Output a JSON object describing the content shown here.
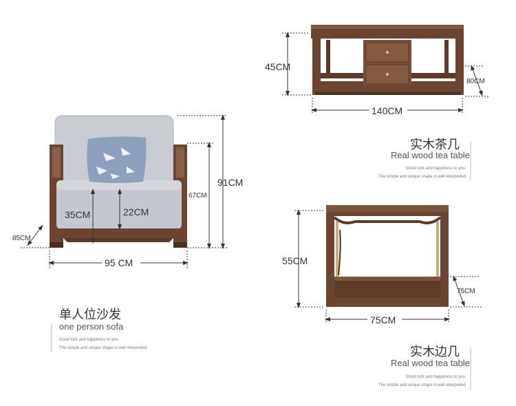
{
  "sofa": {
    "dims": {
      "height": "91CM",
      "arm_height": "67CM",
      "seat_height": "35CM",
      "cushion_height": "22CM",
      "depth": "85CM",
      "width": "95 CM"
    },
    "title_cn": "单人位沙发",
    "title_en": "one person sofa",
    "tag1": "Good luck and happiness to you",
    "tag2": "The simple and unique shape is well interpreted"
  },
  "tea_table": {
    "dims": {
      "height": "45CM",
      "depth": "80CM",
      "width": "140CM"
    },
    "title_cn": "实木茶几",
    "title_en": "Real wood tea table",
    "tag1": "Good luck and happiness to you",
    "tag2": "The simple and unique shape is well interpreted"
  },
  "side_table": {
    "dims": {
      "height": "55CM",
      "depth": "75CM",
      "width": "75CM"
    },
    "title_cn": "实木边几",
    "title_en": "Real wood tea table",
    "tag1": "Good luck and happiness to you",
    "tag2": "The simple and unique shape is well interpreted"
  },
  "colors": {
    "wood": "#6b4532",
    "wood_dark": "#4a2e20",
    "fabric": "#c9ccd2",
    "pillow": "#8fa0bd",
    "line": "#333333"
  }
}
